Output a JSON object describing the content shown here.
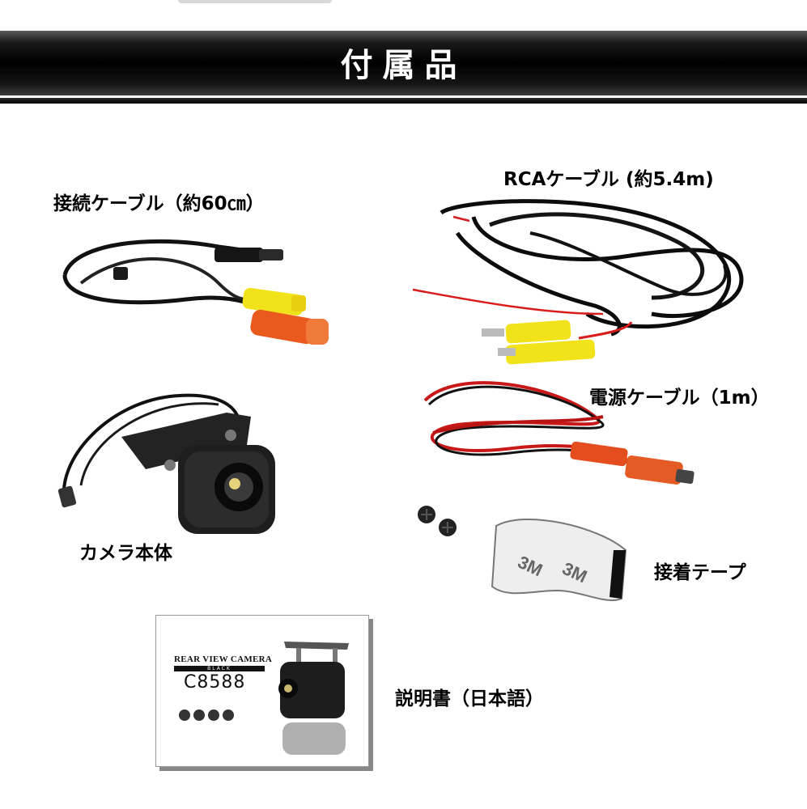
{
  "header": {
    "title": "付属品"
  },
  "items": {
    "connection_cable": "接続ケーブル（約60㎝）",
    "rca_cable": "RCAケーブル (約5.4m)",
    "power_cable": "電源ケーブル（1m）",
    "camera_body": "カメラ本体",
    "adhesive_tape": "接着テープ",
    "manual": "説明書（日本語）"
  },
  "manual_cover": {
    "title": "REAR VIEW CAMERA",
    "subtitle": "BLACK",
    "model": "C8588"
  },
  "tape_print": "3M"
}
